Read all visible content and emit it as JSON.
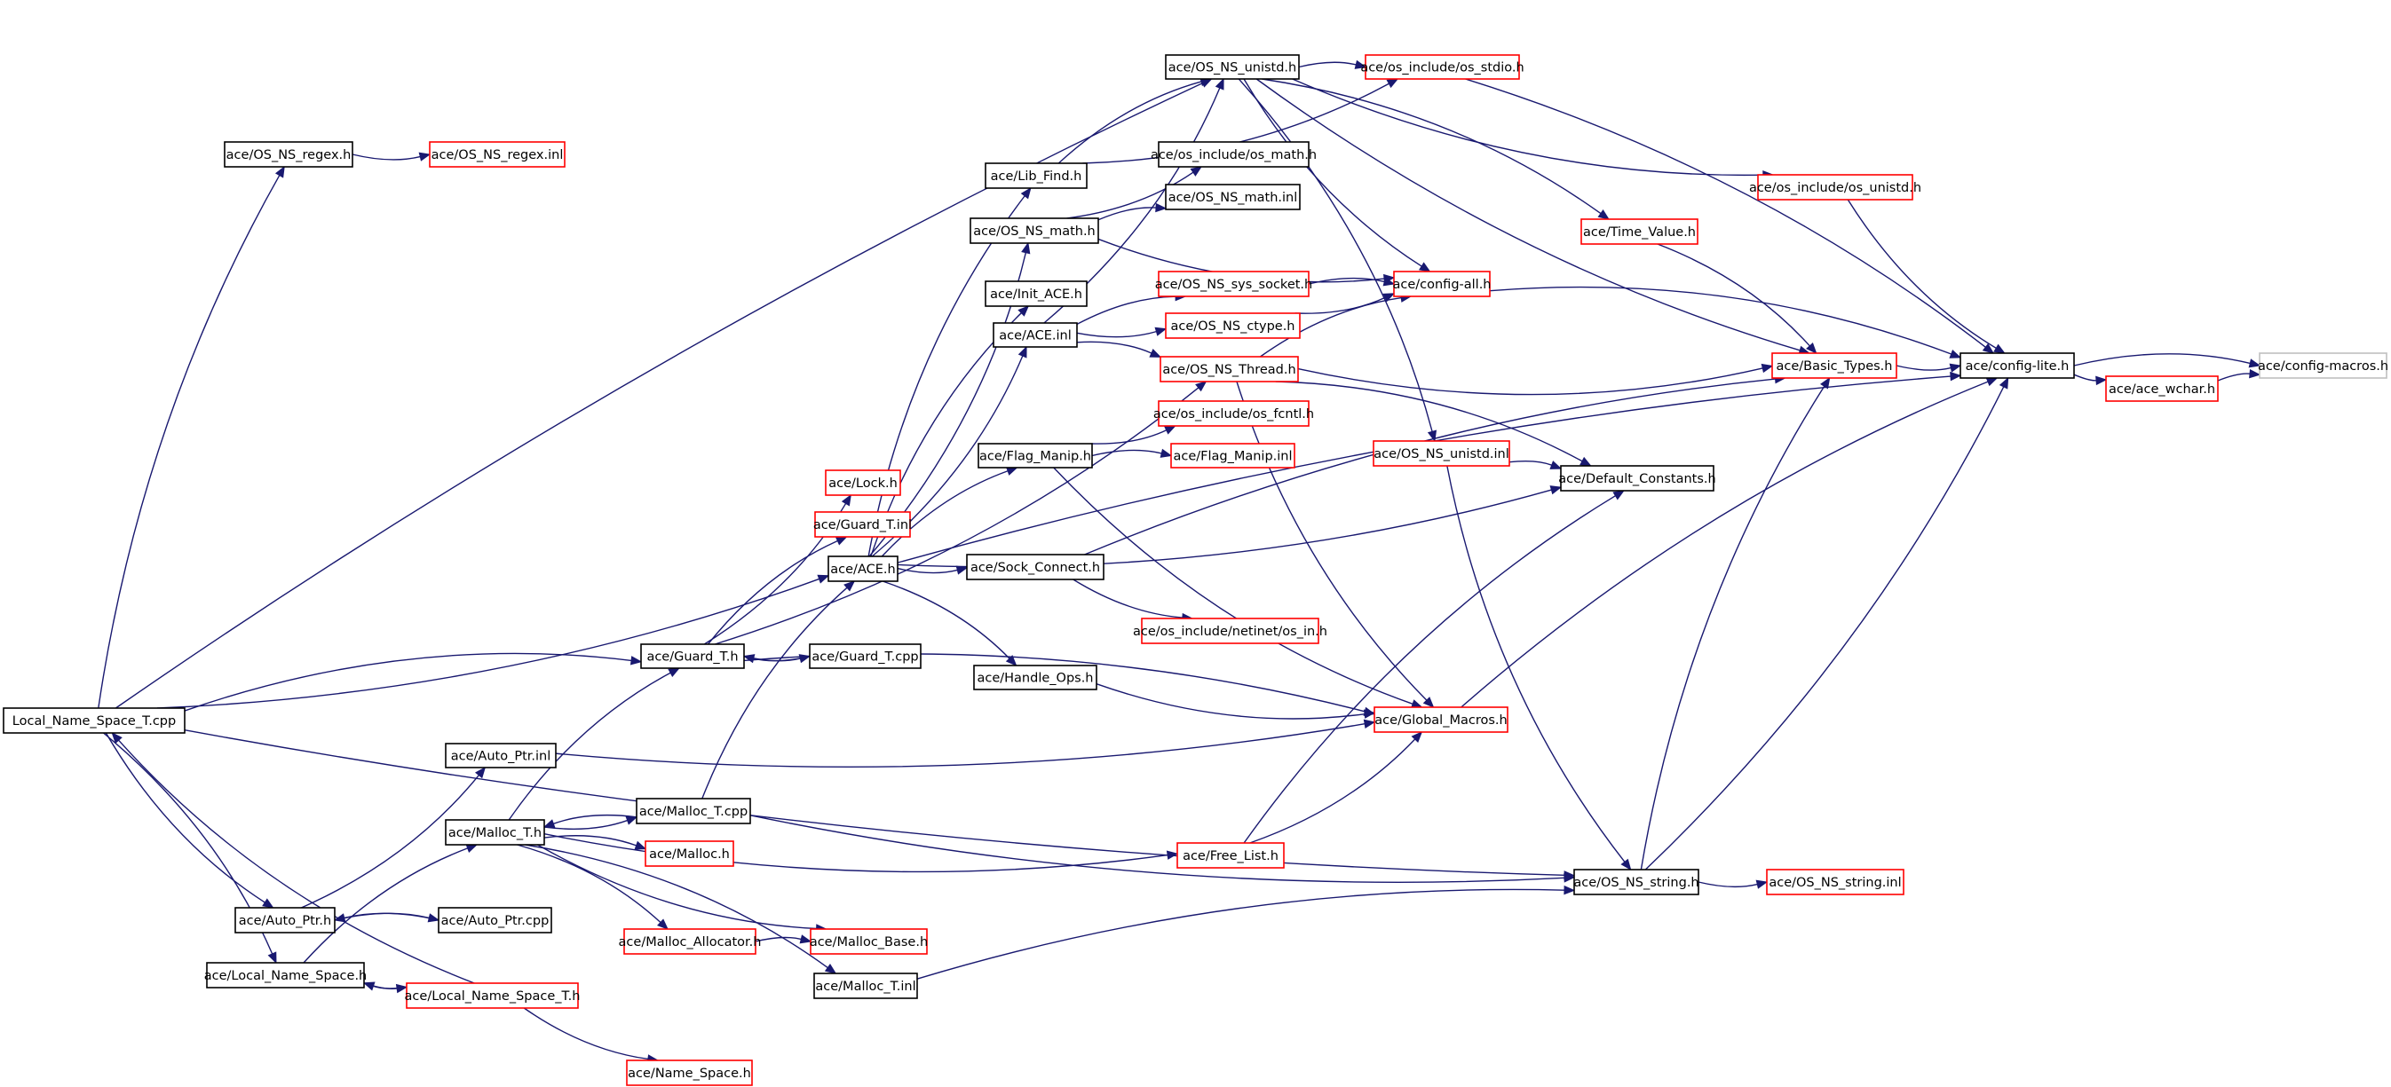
{
  "colors": {
    "edge": "#191970",
    "border_default": "#000000",
    "border_undocumented": "#ff0000",
    "border_external": "#bfbfbf",
    "root_fill": "#bfbfbf"
  },
  "nodes": [
    {
      "id": "root",
      "label": "Local_Name_Space_T.cpp",
      "style": "root"
    },
    {
      "id": "regex_h",
      "label": "ace/OS_NS_regex.h",
      "style": "default"
    },
    {
      "id": "regex_inl",
      "label": "ace/OS_NS_regex.inl",
      "style": "red"
    },
    {
      "id": "unistd_h",
      "label": "ace/OS_NS_unistd.h",
      "style": "default"
    },
    {
      "id": "os_stdio",
      "label": "ace/os_include/os_stdio.h",
      "style": "red"
    },
    {
      "id": "lib_find",
      "label": "ace/Lib_Find.h",
      "style": "default"
    },
    {
      "id": "os_math",
      "label": "ace/os_include/os_math.h",
      "style": "default"
    },
    {
      "id": "ns_math_h",
      "label": "ace/OS_NS_math.h",
      "style": "default"
    },
    {
      "id": "ns_math_inl",
      "label": "ace/OS_NS_math.inl",
      "style": "default"
    },
    {
      "id": "os_unistd",
      "label": "ace/os_include/os_unistd.h",
      "style": "red"
    },
    {
      "id": "time_value",
      "label": "ace/Time_Value.h",
      "style": "red"
    },
    {
      "id": "init_ace",
      "label": "ace/Init_ACE.h",
      "style": "default"
    },
    {
      "id": "sys_socket",
      "label": "ace/OS_NS_sys_socket.h",
      "style": "red"
    },
    {
      "id": "config_all",
      "label": "ace/config-all.h",
      "style": "red"
    },
    {
      "id": "ace_inl",
      "label": "ace/ACE.inl",
      "style": "default"
    },
    {
      "id": "ctype",
      "label": "ace/OS_NS_ctype.h",
      "style": "red"
    },
    {
      "id": "thread",
      "label": "ace/OS_NS_Thread.h",
      "style": "red"
    },
    {
      "id": "basic_types",
      "label": "ace/Basic_Types.h",
      "style": "red"
    },
    {
      "id": "config_lite",
      "label": "ace/config-lite.h",
      "style": "default"
    },
    {
      "id": "config_macros",
      "label": "ace/config-macros.h",
      "style": "gray"
    },
    {
      "id": "ace_wchar",
      "label": "ace/ace_wchar.h",
      "style": "red"
    },
    {
      "id": "os_fcntl",
      "label": "ace/os_include/os_fcntl.h",
      "style": "red"
    },
    {
      "id": "flag_manip_h",
      "label": "ace/Flag_Manip.h",
      "style": "default"
    },
    {
      "id": "flag_manip_inl",
      "label": "ace/Flag_Manip.inl",
      "style": "red"
    },
    {
      "id": "unistd_inl",
      "label": "ace/OS_NS_unistd.inl",
      "style": "red"
    },
    {
      "id": "default_constants",
      "label": "ace/Default_Constants.h",
      "style": "default"
    },
    {
      "id": "lock",
      "label": "ace/Lock.h",
      "style": "red"
    },
    {
      "id": "guard_inl",
      "label": "ace/Guard_T.inl",
      "style": "red"
    },
    {
      "id": "ace_h",
      "label": "ace/ACE.h",
      "style": "default"
    },
    {
      "id": "sock_connect",
      "label": "ace/Sock_Connect.h",
      "style": "default"
    },
    {
      "id": "os_in",
      "label": "ace/os_include/netinet/os_in.h",
      "style": "red"
    },
    {
      "id": "guard_h",
      "label": "ace/Guard_T.h",
      "style": "default"
    },
    {
      "id": "guard_cpp",
      "label": "ace/Guard_T.cpp",
      "style": "default"
    },
    {
      "id": "handle_ops",
      "label": "ace/Handle_Ops.h",
      "style": "default"
    },
    {
      "id": "global_macros",
      "label": "ace/Global_Macros.h",
      "style": "red"
    },
    {
      "id": "auto_ptr_inl",
      "label": "ace/Auto_Ptr.inl",
      "style": "default"
    },
    {
      "id": "malloc_t_cpp",
      "label": "ace/Malloc_T.cpp",
      "style": "default"
    },
    {
      "id": "malloc_t_h",
      "label": "ace/Malloc_T.h",
      "style": "default"
    },
    {
      "id": "malloc_h",
      "label": "ace/Malloc.h",
      "style": "red"
    },
    {
      "id": "free_list",
      "label": "ace/Free_List.h",
      "style": "red"
    },
    {
      "id": "ns_string_h",
      "label": "ace/OS_NS_string.h",
      "style": "default"
    },
    {
      "id": "ns_string_inl",
      "label": "ace/OS_NS_string.inl",
      "style": "red"
    },
    {
      "id": "auto_ptr_h",
      "label": "ace/Auto_Ptr.h",
      "style": "default"
    },
    {
      "id": "auto_ptr_cpp",
      "label": "ace/Auto_Ptr.cpp",
      "style": "default"
    },
    {
      "id": "malloc_allocator",
      "label": "ace/Malloc_Allocator.h",
      "style": "red"
    },
    {
      "id": "malloc_base",
      "label": "ace/Malloc_Base.h",
      "style": "red"
    },
    {
      "id": "lns_h",
      "label": "ace/Local_Name_Space.h",
      "style": "default"
    },
    {
      "id": "lns_t_h",
      "label": "ace/Local_Name_Space_T.h",
      "style": "red"
    },
    {
      "id": "malloc_t_inl",
      "label": "ace/Malloc_T.inl",
      "style": "default"
    },
    {
      "id": "name_space",
      "label": "ace/Name_Space.h",
      "style": "red"
    }
  ],
  "edges": [
    [
      "root",
      "regex_h"
    ],
    [
      "root",
      "ace_h"
    ],
    [
      "root",
      "guard_h"
    ],
    [
      "root",
      "auto_ptr_h"
    ],
    [
      "root",
      "lns_h"
    ],
    [
      "root",
      "ns_string_h"
    ],
    [
      "root",
      "unistd_h"
    ],
    [
      "regex_h",
      "regex_inl"
    ],
    [
      "unistd_h",
      "os_stdio"
    ],
    [
      "unistd_h",
      "os_unistd"
    ],
    [
      "unistd_h",
      "time_value"
    ],
    [
      "unistd_h",
      "basic_types"
    ],
    [
      "unistd_h",
      "unistd_inl"
    ],
    [
      "unistd_h",
      "config_all"
    ],
    [
      "os_stdio",
      "config_lite"
    ],
    [
      "os_unistd",
      "config_lite"
    ],
    [
      "time_value",
      "basic_types"
    ],
    [
      "lib_find",
      "os_stdio"
    ],
    [
      "lib_find",
      "unistd_h"
    ],
    [
      "ns_math_h",
      "os_math"
    ],
    [
      "ns_math_h",
      "ns_math_inl"
    ],
    [
      "ns_math_h",
      "config_all"
    ],
    [
      "ace_inl",
      "sys_socket"
    ],
    [
      "ace_inl",
      "ctype"
    ],
    [
      "ace_inl",
      "thread"
    ],
    [
      "ace_inl",
      "unistd_h"
    ],
    [
      "sys_socket",
      "config_all"
    ],
    [
      "ctype",
      "config_all"
    ],
    [
      "config_all",
      "config_lite"
    ],
    [
      "thread",
      "basic_types"
    ],
    [
      "thread",
      "default_constants"
    ],
    [
      "thread",
      "global_macros"
    ],
    [
      "thread",
      "config_all"
    ],
    [
      "basic_types",
      "config_lite"
    ],
    [
      "config_lite",
      "config_macros"
    ],
    [
      "config_lite",
      "ace_wchar"
    ],
    [
      "ace_wchar",
      "config_macros"
    ],
    [
      "flag_manip_h",
      "os_fcntl"
    ],
    [
      "flag_manip_h",
      "flag_manip_inl"
    ],
    [
      "flag_manip_h",
      "global_macros"
    ],
    [
      "unistd_inl",
      "default_constants"
    ],
    [
      "unistd_inl",
      "ns_string_h"
    ],
    [
      "ace_h",
      "lib_find"
    ],
    [
      "ace_h",
      "ns_math_h"
    ],
    [
      "ace_h",
      "init_ace"
    ],
    [
      "ace_h",
      "ace_inl"
    ],
    [
      "ace_h",
      "flag_manip_h"
    ],
    [
      "ace_h",
      "sock_connect"
    ],
    [
      "ace_h",
      "handle_ops"
    ],
    [
      "ace_h",
      "default_constants"
    ],
    [
      "ace_h",
      "config_lite"
    ],
    [
      "sock_connect",
      "os_in"
    ],
    [
      "sock_connect",
      "basic_types"
    ],
    [
      "guard_h",
      "lock"
    ],
    [
      "guard_h",
      "guard_inl"
    ],
    [
      "guard_h",
      "guard_cpp"
    ],
    [
      "guard_h",
      "global_macros"
    ],
    [
      "guard_h",
      "thread"
    ],
    [
      "guard_cpp",
      "guard_h"
    ],
    [
      "handle_ops",
      "global_macros"
    ],
    [
      "global_macros",
      "config_lite"
    ],
    [
      "auto_ptr_inl",
      "global_macros"
    ],
    [
      "malloc_t_h",
      "guard_h"
    ],
    [
      "malloc_t_h",
      "malloc_t_cpp"
    ],
    [
      "malloc_t_h",
      "malloc_h"
    ],
    [
      "malloc_t_h",
      "free_list"
    ],
    [
      "malloc_t_h",
      "malloc_allocator"
    ],
    [
      "malloc_t_h",
      "malloc_base"
    ],
    [
      "malloc_t_h",
      "malloc_t_inl"
    ],
    [
      "malloc_t_cpp",
      "malloc_t_h"
    ],
    [
      "malloc_t_cpp",
      "ace_h"
    ],
    [
      "malloc_t_cpp",
      "ns_string_h"
    ],
    [
      "malloc_allocator",
      "malloc_base"
    ],
    [
      "free_list",
      "global_macros"
    ],
    [
      "free_list",
      "default_constants"
    ],
    [
      "ns_string_h",
      "ns_string_inl"
    ],
    [
      "ns_string_h",
      "basic_types"
    ],
    [
      "ns_string_h",
      "config_lite"
    ],
    [
      "malloc_t_inl",
      "ns_string_h"
    ],
    [
      "auto_ptr_h",
      "auto_ptr_inl"
    ],
    [
      "auto_ptr_h",
      "auto_ptr_cpp"
    ],
    [
      "auto_ptr_cpp",
      "auto_ptr_h"
    ],
    [
      "lns_h",
      "malloc_t_h"
    ],
    [
      "lns_h",
      "lns_t_h"
    ],
    [
      "lns_t_h",
      "lns_h"
    ],
    [
      "lns_t_h",
      "name_space"
    ],
    [
      "lns_t_h",
      "root"
    ]
  ]
}
